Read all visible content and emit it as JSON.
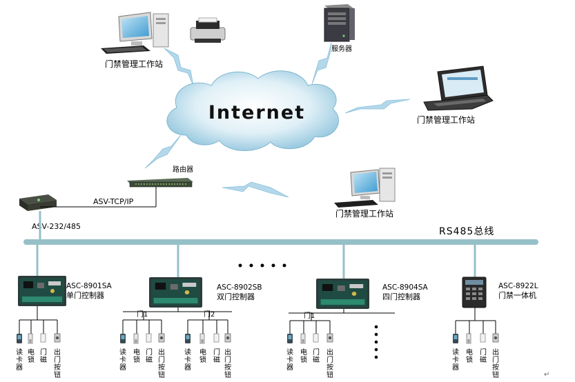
{
  "internet": {
    "label": "Internet"
  },
  "stations": {
    "top_left": {
      "label": "门禁管理工作站"
    },
    "server": {
      "label": "服务器"
    },
    "right": {
      "label": "门禁管理工作站"
    },
    "middle": {
      "label": "门禁管理工作站"
    }
  },
  "router": {
    "label": "路由器"
  },
  "tcp_link": {
    "label": "ASV-TCP/IP"
  },
  "serial_link": {
    "label": "ASV-232/485"
  },
  "bus": {
    "label": "RS485总线"
  },
  "controllers": [
    {
      "model": "ASC-8901SA",
      "name": "单门控制器"
    },
    {
      "model": "ASC-8902SB",
      "name": "双门控制器"
    },
    {
      "model": "ASC-8904SA",
      "name": "四门控制器"
    },
    {
      "model": "ASC-8922L",
      "name": "门禁一体机"
    }
  ],
  "door_labels": {
    "door1": "门1",
    "door2": "门2"
  },
  "peripherals": {
    "reader": "读卡器",
    "lock": "电锁",
    "magnet": "门磁",
    "button": "出门按钮"
  },
  "colors": {
    "bus": "#96c0c8",
    "lightning": "#b4d8ea",
    "cloud": "#b8dbe9",
    "line": "#000000"
  }
}
